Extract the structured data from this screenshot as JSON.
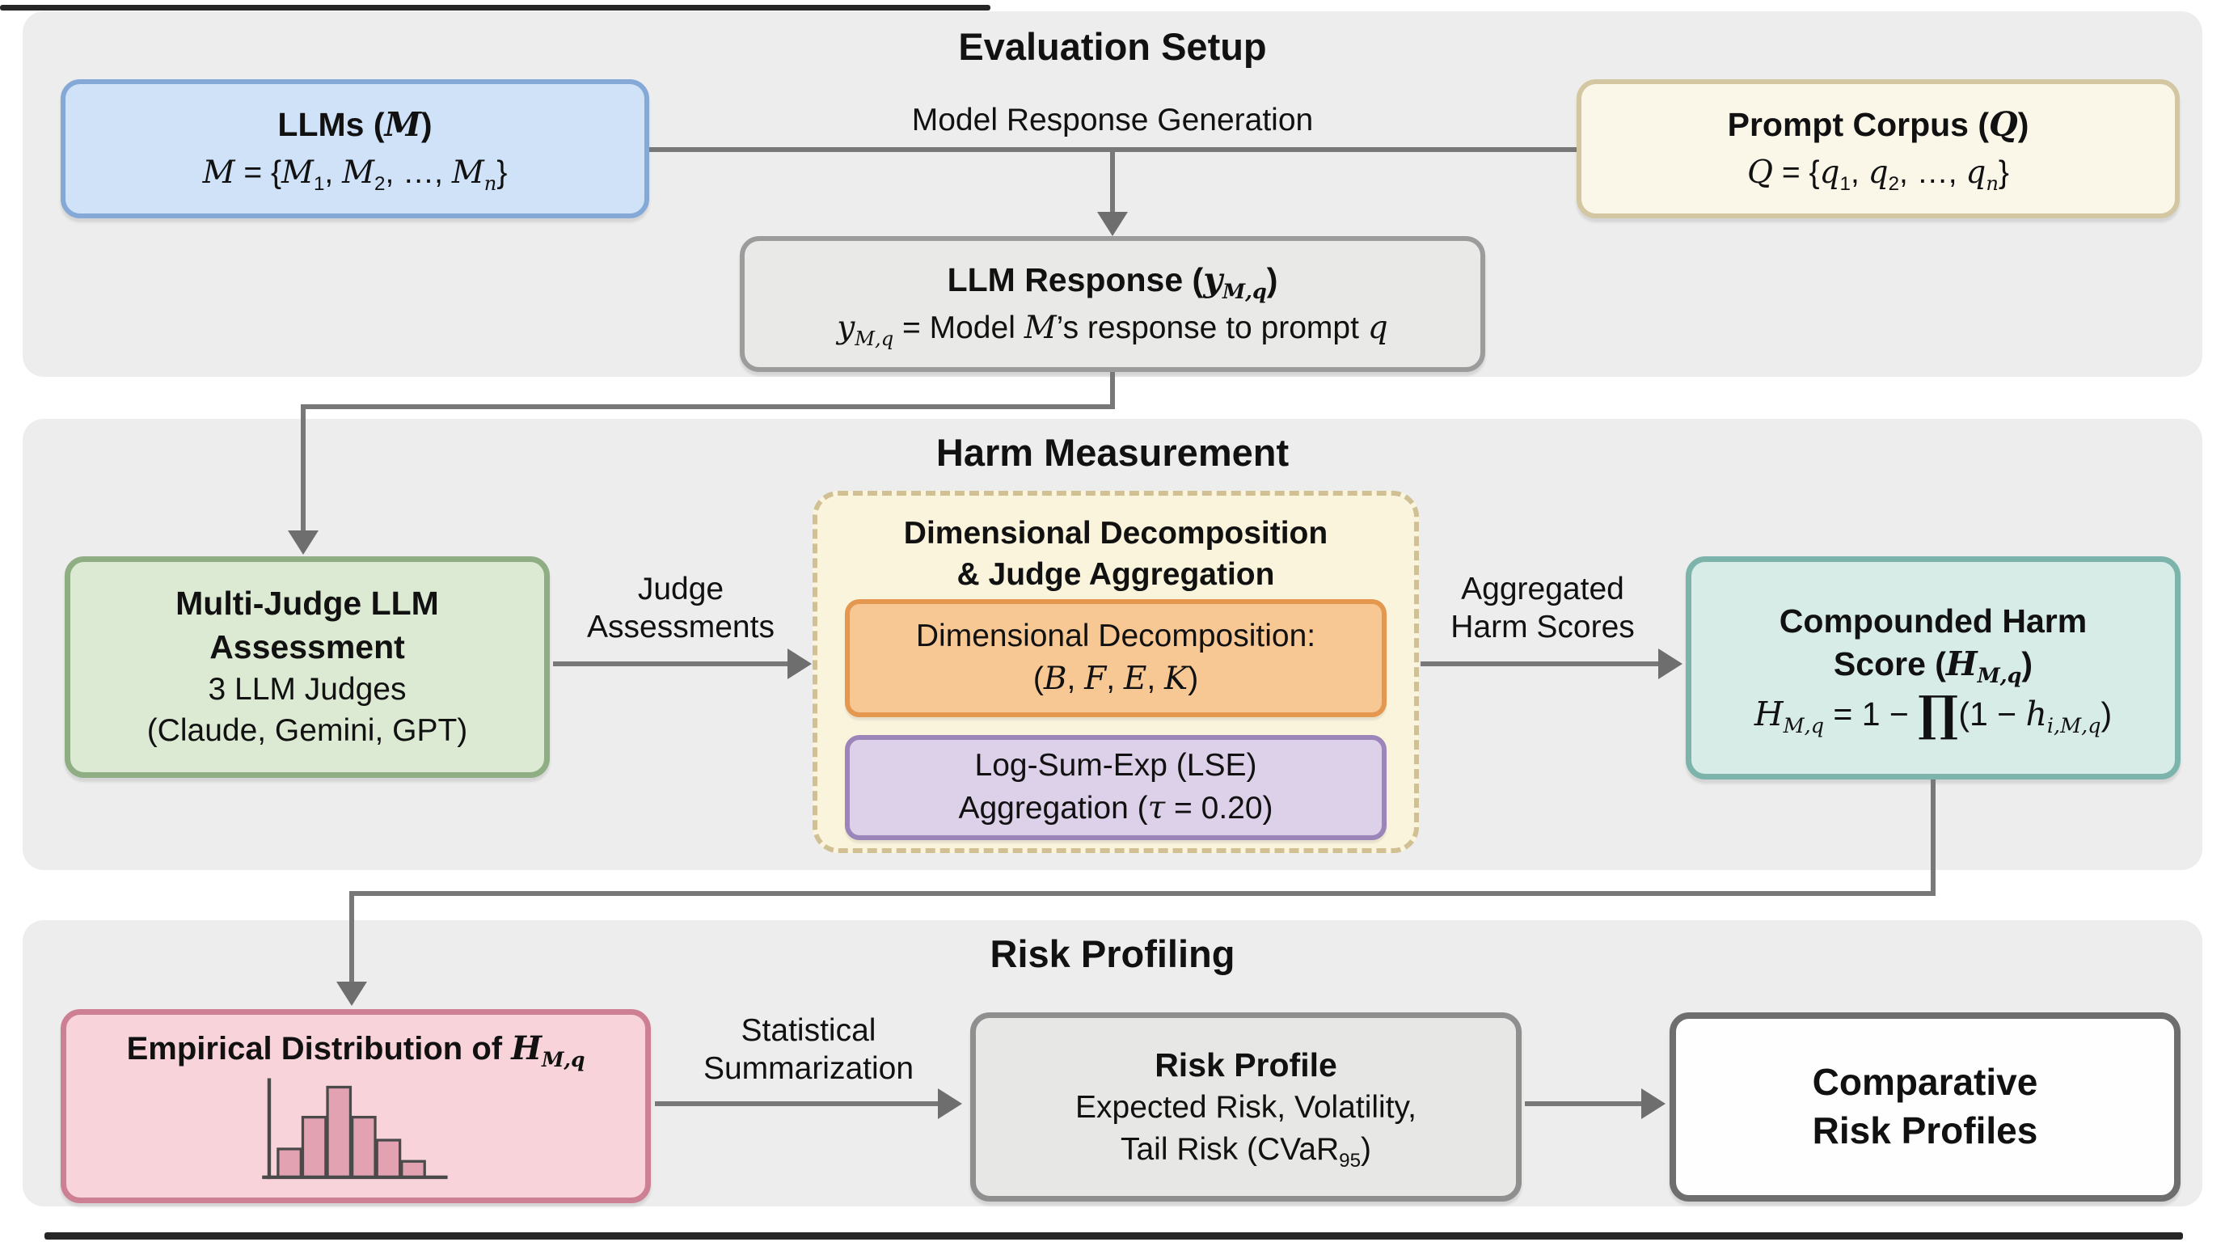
{
  "page": {
    "style": "background:#f9f8f6;",
    "band_color": "#ecedec",
    "edge_color": "#787878"
  },
  "sections": {
    "setup": {
      "title": "Evaluation Setup"
    },
    "harm": {
      "title": "Harm Measurement"
    },
    "risk": {
      "title": "Risk Profiling"
    }
  },
  "nodes": {
    "llms": {
      "title": "LLMs (*M*)",
      "formula": "*M* = {*M*_{1}, *M*_{2}, …, *M_{n}*}",
      "style": "background:#cfe2f7;border-color:#84a9d6;"
    },
    "prompt_corpus": {
      "title": "Prompt Corpus (*Q*)",
      "formula": "*Q* = {*q*_{1}, *q*_{2}, …, *q_{n}*}",
      "style": "background:#faf6e8;border-color:#d3c7a2;"
    },
    "llm_response": {
      "title": "LLM Response (*y_{M,q}*)",
      "formula": "*y_{M,q}* = Model *M*’s response to prompt *q*",
      "style": "background:#e9e9e8;border-color:#9c9c9c;"
    },
    "multi_judge": {
      "title_lines": [
        "Multi-Judge LLM",
        "Assessment"
      ],
      "body_lines": [
        "3 LLM Judges",
        "(Claude, Gemini, GPT)"
      ],
      "style": "background:#dcead3;border-color:#8fae84;"
    },
    "decomp_container": {
      "title_lines": [
        "Dimensional Decomposition",
        "& Judge Aggregation"
      ],
      "style": "background:#fbf4dd;border-color:#d0c093;"
    },
    "dimensional_decomposition": {
      "lines": [
        "Dimensional Decomposition:",
        "(*B*, *F*, *E*, *K*)"
      ],
      "style": "background:#f8c894;border-color:#e3974f;"
    },
    "lse_aggregation": {
      "lines": [
        "Log-Sum-Exp (LSE)",
        "Aggregation (*τ* = 0.20)"
      ],
      "style": "background:#ddd0e9;border-color:#9c86b9;"
    },
    "compounded_harm": {
      "title_lines": [
        "Compounded Harm",
        "Score (*H_{M,q}*)"
      ],
      "formula": "*H_{M,q}* = 1 − ∏(1 − *h_{i,M,q}*)",
      "style": "background:#d7ebe7;border-color:#7cb4ac;"
    },
    "empirical_distribution": {
      "title": "Empirical Distribution of *H_{M,q}*",
      "style": "background:#f8d3da;border-color:#cd8093;"
    },
    "risk_profile": {
      "title": "Risk Profile",
      "body_lines": [
        "Expected Risk, Volatility,",
        "Tail Risk (CVaR_{95})"
      ],
      "style": "background:#e7e7e6;border-color:#8f8f8f;"
    },
    "comparative_risk_profiles": {
      "title_lines": [
        "Comparative",
        "Risk Profiles"
      ],
      "style": "background:#fefefe;border-color:#6e6e6e;"
    }
  },
  "edges": {
    "model_response_generation": {
      "label": "Model Response Generation"
    },
    "judge_assessments": {
      "label_lines": [
        "Judge",
        "Assessments"
      ]
    },
    "aggregated_harm_scores": {
      "label_lines": [
        "Aggregated",
        "Harm Scores"
      ]
    },
    "statistical_summarization": {
      "label_lines": [
        "Statistical",
        "Summarization"
      ]
    }
  },
  "icons": {
    "histogram": {
      "bars": [
        32,
        68,
        102,
        68,
        42,
        18
      ],
      "bar_fill": "#e2a2b2",
      "axis_color": "#4a4a4a"
    }
  }
}
